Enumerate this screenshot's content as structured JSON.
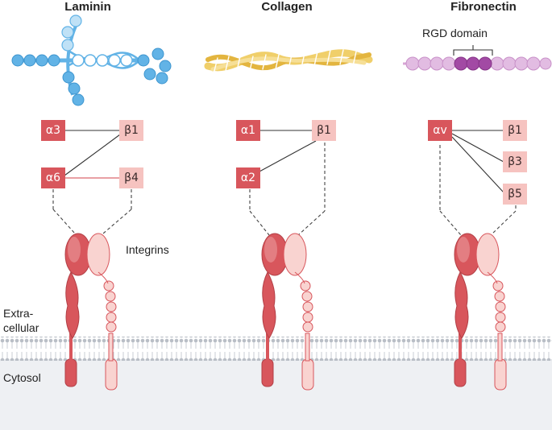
{
  "titles": {
    "laminin": "Laminin",
    "collagen": "Collagen",
    "fibronectin": "Fibronectin"
  },
  "rgd_domain": "RGD domain",
  "integrins_label": "Integrins",
  "extracellular_label_line1": "Extra-",
  "extracellular_label_line2": "cellular",
  "cytosol_label": "Cytosol",
  "laminin_subunits": {
    "a1": "α3",
    "a2": "α6",
    "b1": "β1",
    "b2": "β4"
  },
  "collagen_subunits": {
    "a1": "α1",
    "a2": "α2",
    "b1": "β1"
  },
  "fibronectin_subunits": {
    "a1": "αv",
    "b1": "β1",
    "b2": "β3",
    "b3": "β5"
  },
  "colors": {
    "laminin_blue": "#62b3e6",
    "collagen_gold": "#f0cf6a",
    "fibronectin_purple": "#d8a6d6",
    "rgd_purple": "#a24aa4",
    "alpha_red": "#d8565c",
    "beta_pink": "#f6c3c0",
    "membrane_gray": "#c7cbd1"
  }
}
